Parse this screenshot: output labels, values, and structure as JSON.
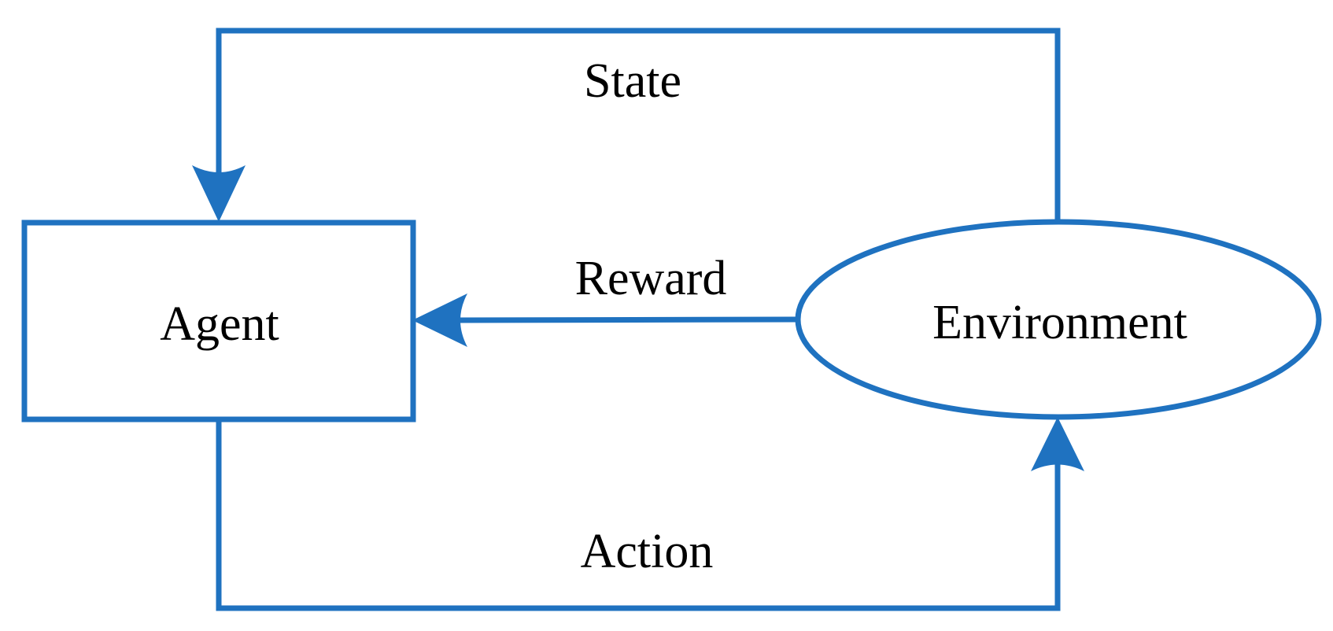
{
  "diagram": {
    "nodes": {
      "agent": {
        "label": "Agent",
        "shape": "rectangle"
      },
      "environment": {
        "label": "Environment",
        "shape": "ellipse"
      }
    },
    "edges": {
      "state": {
        "label": "State",
        "from": "environment",
        "to": "agent"
      },
      "reward": {
        "label": "Reward",
        "from": "environment",
        "to": "agent"
      },
      "action": {
        "label": "Action",
        "from": "agent",
        "to": "environment"
      }
    }
  },
  "colors": {
    "stroke": "#1f72c0",
    "text": "#000000",
    "background": "#ffffff"
  }
}
